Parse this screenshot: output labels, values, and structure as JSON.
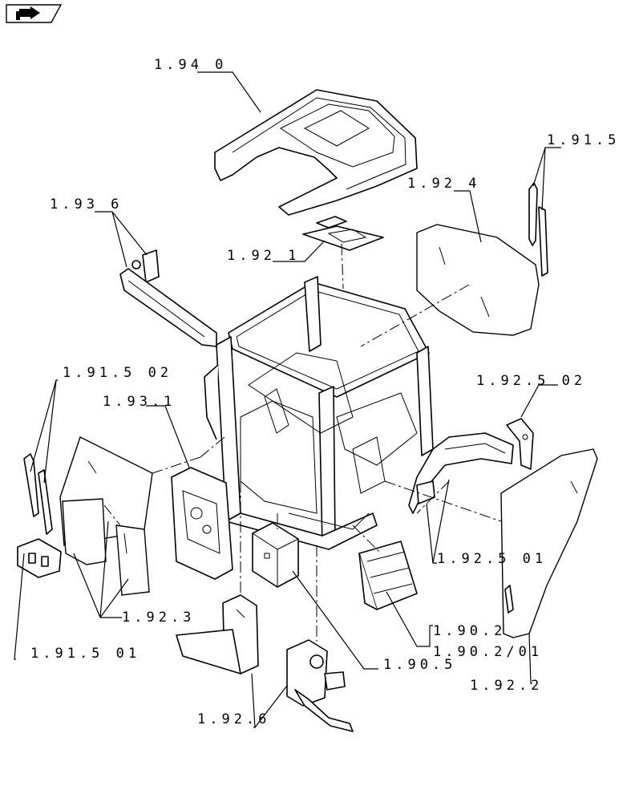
{
  "nav": {
    "icon": "forward-arrow-icon"
  },
  "callouts": {
    "roof": "1.94 0",
    "mirror_wiper_right": "1.91.5",
    "rear_window": "1.92 4",
    "mirror": "1.93 6",
    "roof_hatch": "1.92 1",
    "wiper_front": "1.91.5 02",
    "fender_bracket_right": "1.92.5 02",
    "front_panel": "1.93.1",
    "side_window_left": "1.92.3",
    "fender_right": "1.92.5 01",
    "wiper_motor": "1.91.5 01",
    "steps_a": "1.90.2",
    "steps_b": "1.90.2/01",
    "toolbox": "1.90.5",
    "door_right": "1.92.2",
    "support": "1.92.6"
  }
}
